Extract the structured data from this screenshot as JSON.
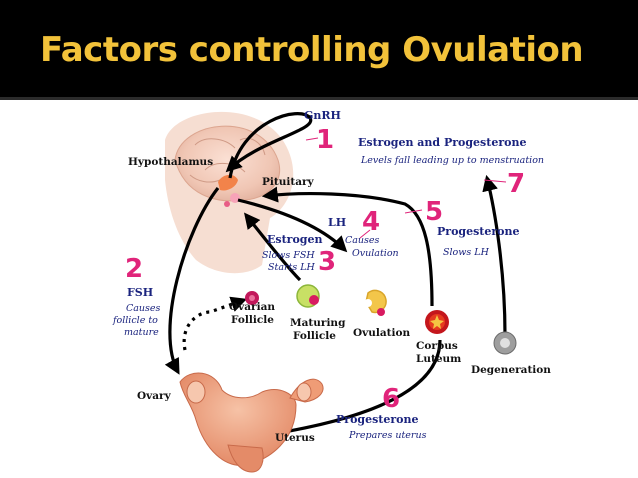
{
  "slide": {
    "title": "Factors controlling Ovulation"
  },
  "diagram": {
    "step_numbers": [
      "1",
      "2",
      "3",
      "4",
      "5",
      "6",
      "7"
    ],
    "hormones": {
      "gnrh": "GnRH",
      "estrogen_progesterone": "Estrogen and Progesterone",
      "estrogen_progesterone_note": "Levels fall leading up to menstruation",
      "lh": "LH",
      "lh_note_1": "Causes",
      "lh_note_2": "Ovulation",
      "estrogen": "Estrogen",
      "estrogen_note_1": "Slows FSH",
      "estrogen_note_2": "Starts LH",
      "progesterone_top": "Progesterone",
      "progesterone_top_note": "Slows LH",
      "fsh": "FSH",
      "fsh_note_1": "Causes",
      "fsh_note_2": "follicle to",
      "fsh_note_3": "mature",
      "progesterone_bottom": "Progesterone",
      "progesterone_bottom_note": "Prepares uterus"
    },
    "structures": {
      "hypothalamus": "Hypothalamus",
      "pituitary": "Pituitary",
      "ovarian_follicle_1": "Ovarian",
      "ovarian_follicle_2": "Follicle",
      "maturing_follicle_1": "Maturing",
      "maturing_follicle_2": "Follicle",
      "ovulation": "Ovulation",
      "corpus_luteum_1": "Corpus",
      "corpus_luteum_2": "Luteum",
      "degeneration": "Degeneration",
      "ovary": "Ovary",
      "uterus": "Uterus"
    },
    "colors": {
      "number_pink": "#e0247a",
      "hormone_blue": "#1a237e",
      "title_gold": "#f2c23a"
    }
  }
}
